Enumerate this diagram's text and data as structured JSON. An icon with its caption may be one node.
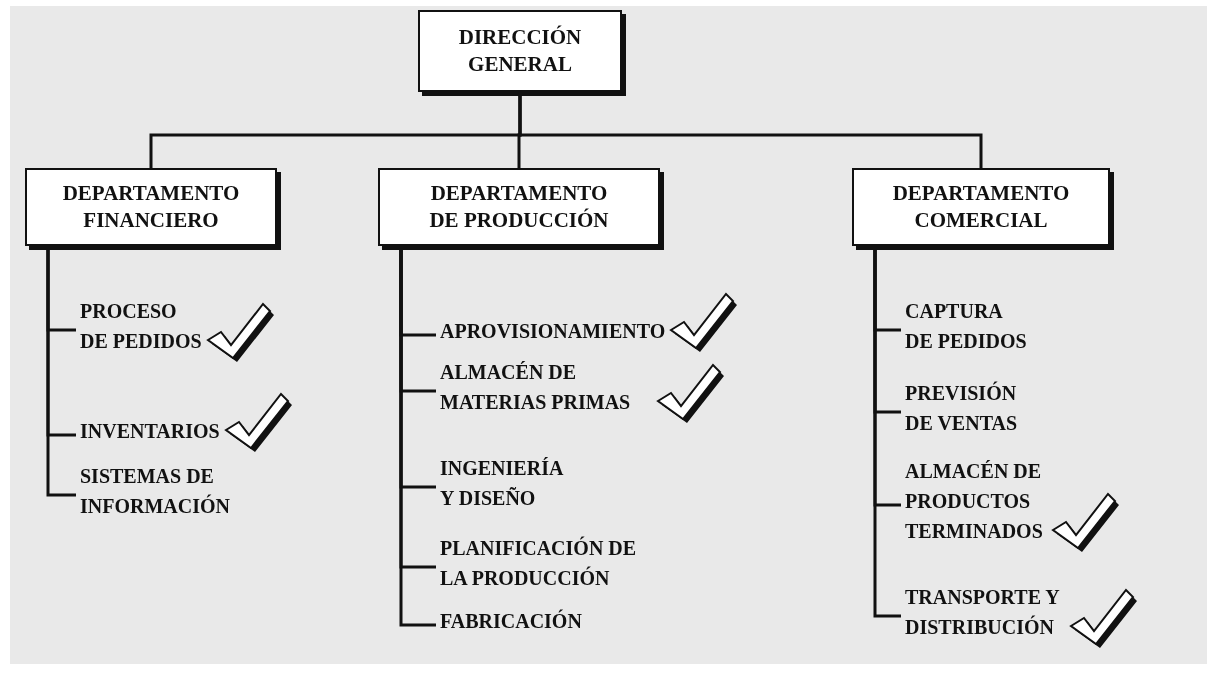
{
  "diagram": {
    "nodes": [
      {
        "text": [
          "DIRECCIÓN GENERAL"
        ]
      },
      {
        "text": [
          "DEPARTAMENTO FINANCIERO"
        ]
      },
      {
        "text": [
          "DEPARTAMENTO DE PRODUCCIÓN"
        ]
      },
      {
        "text": [
          "DEPARTAMENTO COMERCIAL"
        ]
      },
      {
        "text": [
          "PROCESO DE PEDIDOS"
        ]
      },
      {
        "text": [
          "INVENTARIOS"
        ]
      },
      {
        "text": [
          "SISTEMAS DE INFORMACIÓN"
        ]
      },
      {
        "text": [
          "APROVISIONAMIENTO"
        ]
      },
      {
        "text": [
          "ALMACÉN DE MATERIAS PRIMAS"
        ]
      },
      {
        "text": [
          "INGENIERÍA Y DISEÑO"
        ]
      },
      {
        "text": [
          "PLANIFICACIÓN DE LA PRODUCCIÓN"
        ]
      },
      {
        "text": [
          "FABRICACIÓN"
        ]
      },
      {
        "text": [
          "CAPTURA DE PEDIDOS"
        ]
      },
      {
        "text": [
          "PREVISIÓN DE VENTAS"
        ]
      },
      {
        "text": [
          "ALMACÉN DE PRODUCTOS TERMINADOS"
        ]
      },
      {
        "text": [
          "TRANSPORTE Y DISTRIBUCIÓN"
        ]
      }
    ],
    "edges": [
      {
        "from": 0,
        "to": 1,
        "arrow": "none"
      },
      {
        "from": 0,
        "to": 2,
        "arrow": "none"
      },
      {
        "from": 0,
        "to": 3,
        "arrow": "none"
      },
      {
        "from": 1,
        "to": 4,
        "arrow": "none"
      },
      {
        "from": 1,
        "to": 5,
        "arrow": "none"
      },
      {
        "from": 1,
        "to": 6,
        "arrow": "none"
      },
      {
        "from": 2,
        "to": 7,
        "arrow": "none"
      },
      {
        "from": 2,
        "to": 8,
        "arrow": "none"
      },
      {
        "from": 2,
        "to": 9,
        "arrow": "none"
      },
      {
        "from": 2,
        "to": 10,
        "arrow": "none"
      },
      {
        "from": 2,
        "to": 11,
        "arrow": "none"
      },
      {
        "from": 3,
        "to": 12,
        "arrow": "none"
      },
      {
        "from": 3,
        "to": 13,
        "arrow": "none"
      },
      {
        "from": 3,
        "to": 14,
        "arrow": "none"
      },
      {
        "from": 3,
        "to": 15,
        "arrow": "none"
      }
    ]
  }
}
